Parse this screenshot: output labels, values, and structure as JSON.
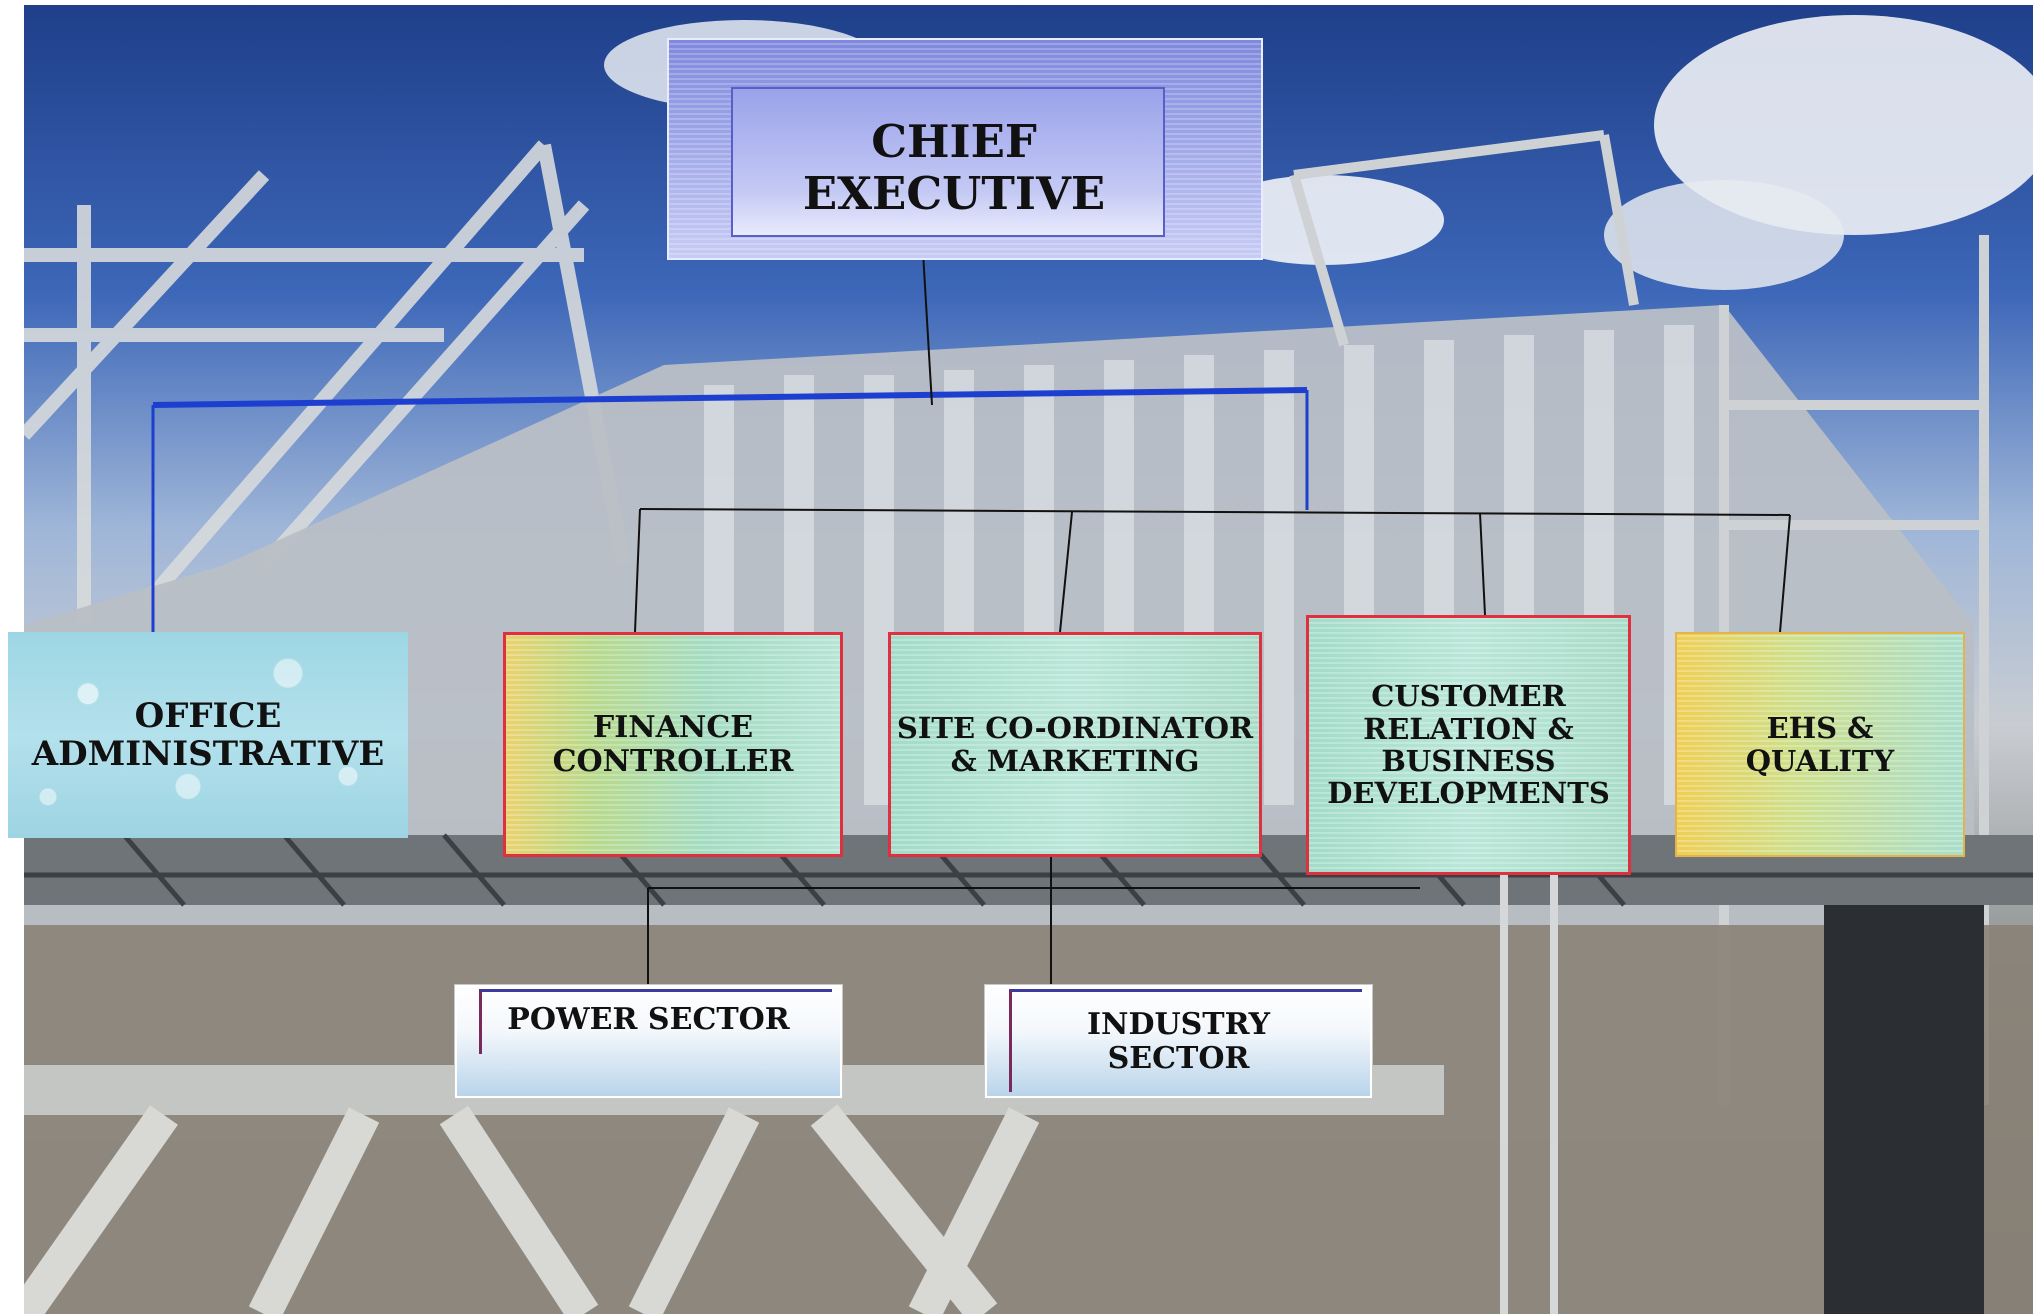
{
  "nodes": {
    "chief": "CHIEF EXECUTIVE",
    "office": "OFFICE ADMINISTRATIVE",
    "finance": "FINANCE CONTROLLER",
    "site": "SITE CO-ORDINATOR & MARKETING",
    "customer": "CUSTOMER RELATION & BUSINESS DEVELOPMENTS",
    "ehs": "EHS & QUALITY",
    "power": "POWER SECTOR",
    "industry": "INDUSTRY SECTOR"
  },
  "colors": {
    "chief_box": "#8f98e6",
    "connector_blue": "#1c3fd0",
    "connector_black": "#111111",
    "box_border_red": "#e03040"
  }
}
